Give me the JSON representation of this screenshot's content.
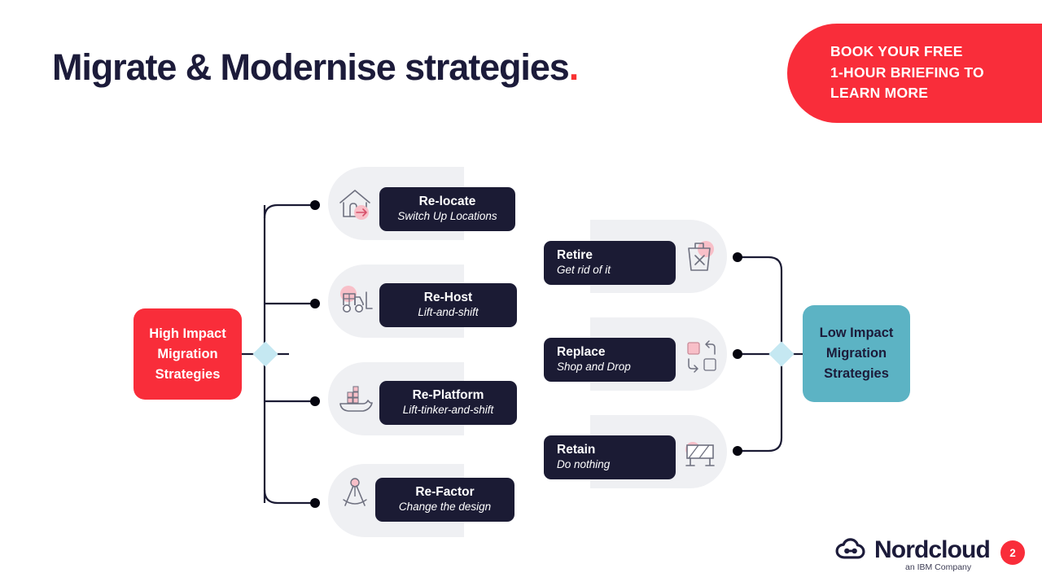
{
  "header": {
    "title": "Migrate & Modernise strategies",
    "title_punctuation": ".",
    "cta": {
      "line1": "BOOK YOUR FREE",
      "line2": "1-HOUR BRIEFING TO",
      "line3": "LEARN MORE",
      "color": "#f92d3a"
    }
  },
  "diagram": {
    "hub_left": {
      "label": "High Impact Migration Strategies",
      "color": "#f92d3a",
      "text_color": "#ffffff"
    },
    "hub_right": {
      "label": "Low Impact Migration Strategies",
      "color": "#5cb3c4",
      "text_color": "#1c1b3a"
    },
    "left_branches": [
      {
        "title": "Re-locate",
        "subtitle": "Switch Up Locations",
        "icon": "house-arrow-icon"
      },
      {
        "title": "Re-Host",
        "subtitle": "Lift-and-shift",
        "icon": "forklift-icon"
      },
      {
        "title": "Re-Platform",
        "subtitle": "Lift-tinker-and-shift",
        "icon": "docker-whale-icon"
      },
      {
        "title": "Re-Factor",
        "subtitle": "Change the design",
        "icon": "compass-divider-icon"
      }
    ],
    "right_branches": [
      {
        "title": "Retire",
        "subtitle": "Get rid of it",
        "icon": "trash-x-icon"
      },
      {
        "title": "Replace",
        "subtitle": "Shop and Drop",
        "icon": "swap-squares-icon"
      },
      {
        "title": "Retain",
        "subtitle": "Do nothing",
        "icon": "barrier-icon"
      }
    ],
    "card_color": "#1b1b34",
    "capsule_color": "#eff0f3",
    "connector_color": "#1b1b34",
    "diamond_color": "#c5e8f2",
    "accent_pink": "#f8c4cc"
  },
  "footer": {
    "brand": "Nordcloud",
    "tagline": "an IBM Company",
    "slide_number": "2"
  }
}
